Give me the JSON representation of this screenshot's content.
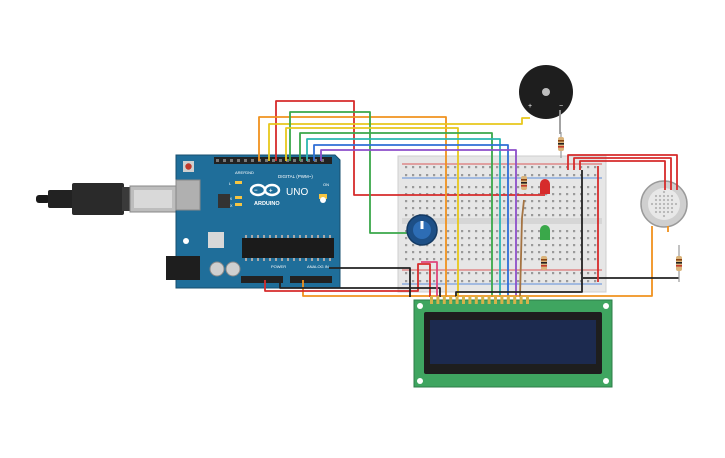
{
  "arduino": {
    "brand": "ARDUINO",
    "model": "UNO",
    "digital_label": "DIGITAL (PWM~)",
    "power_label": "POWER",
    "analog_label": "ANALOG IN",
    "aref": "AREF",
    "gnd": "GND",
    "tx": "TX",
    "rx": "RX",
    "l_led": "L",
    "on_led": "ON"
  },
  "buzzer": {
    "plus": "+",
    "minus": "−"
  },
  "lcd": {
    "pin_count": 16
  },
  "colors": {
    "wire_red": "#d62b2b",
    "wire_orange": "#f0921e",
    "wire_yellow": "#e8c81c",
    "wire_green": "#3aa84a",
    "wire_teal": "#2bb7b1",
    "wire_blue": "#2f6fd6",
    "wire_purple": "#8d4fc9",
    "wire_black": "#222222",
    "wire_pink": "#e0447a",
    "wire_brown": "#a47342",
    "arduino_board": "#1f6e9a",
    "lcd_board": "#3fa560",
    "lcd_screen": "#1c2a4f"
  }
}
